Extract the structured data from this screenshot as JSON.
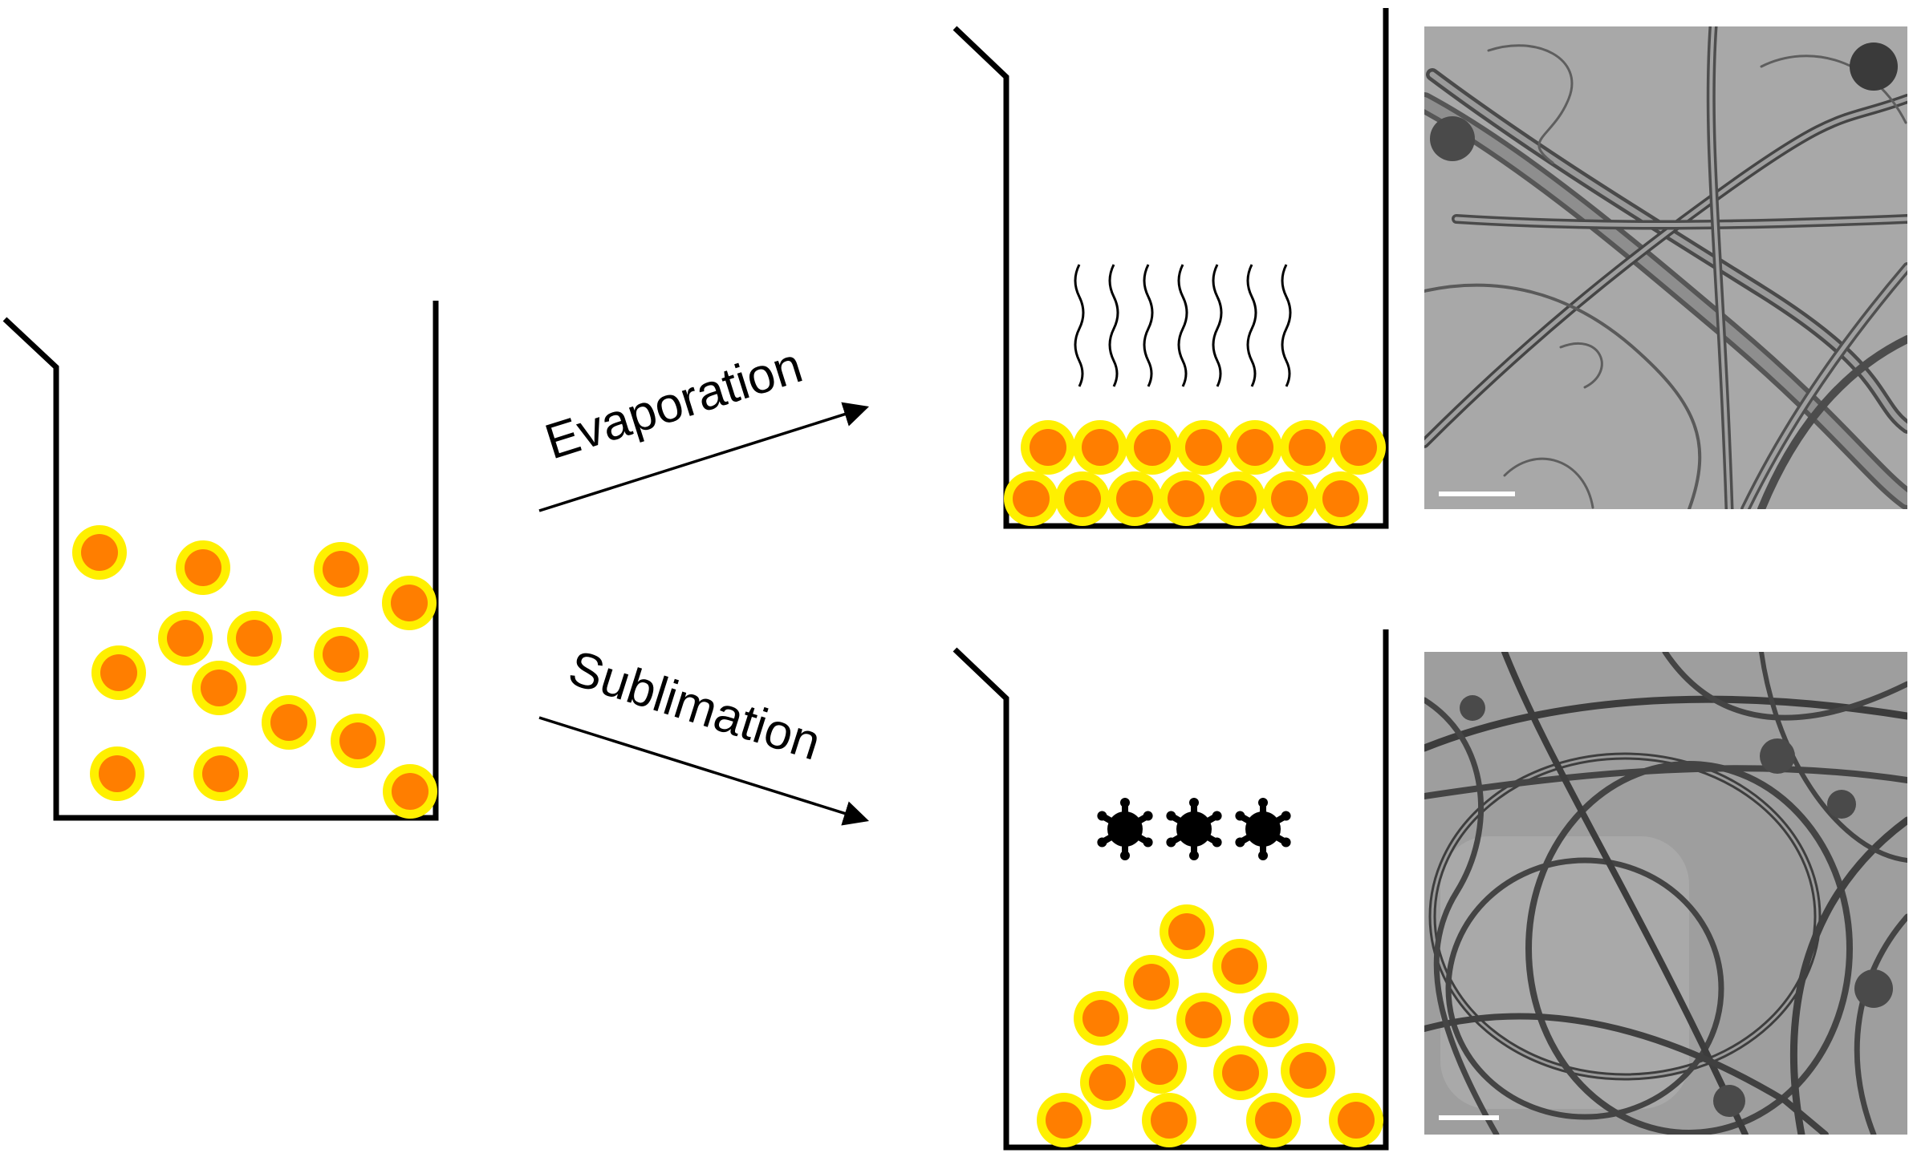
{
  "diagram": {
    "process_labels": {
      "evaporation": "Evaporation",
      "sublimation": "Sublimation"
    },
    "colors": {
      "particle_core": "#ff7e00",
      "particle_shell": "#fff000",
      "beaker_outline": "#000000",
      "tem_background": "#a6a6a6",
      "tem_tubes": "#3c3c3c",
      "scale_bar": "#ffffff"
    },
    "images": {
      "top": "tem-micrograph-carbon-nanotube-bundles",
      "bottom": "tem-micrograph-entangled-carbon-nanotubes"
    }
  }
}
